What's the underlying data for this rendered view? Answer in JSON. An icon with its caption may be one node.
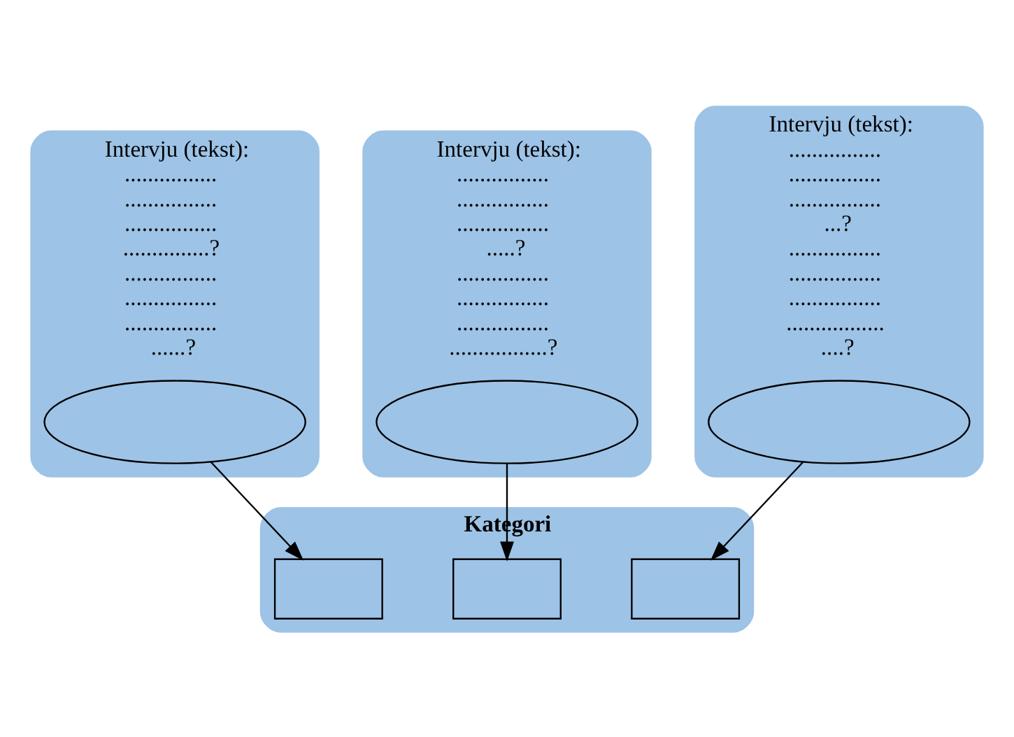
{
  "diagram": {
    "nodes": [
      {
        "text": [
          "Intervju (tekst):",
          "................",
          "................",
          "................",
          "...............?",
          "................",
          "................",
          "................",
          "......?"
        ]
      },
      {
        "text": [],
        "shape": "ellipse",
        "in": 0
      },
      {
        "text": [
          "Intervju (tekst):",
          "................",
          "................",
          "................",
          ".....?",
          "................",
          "................",
          "................",
          ".................?"
        ]
      },
      {
        "text": [],
        "shape": "ellipse",
        "in": 2
      },
      {
        "text": [
          "Intervju (tekst):",
          "................",
          "................",
          "................",
          "...?",
          "................",
          "................",
          "................",
          ".................",
          "....?"
        ]
      },
      {
        "text": [],
        "shape": "ellipse",
        "in": 4
      },
      {
        "text": [
          "Kategori"
        ]
      },
      {
        "text": [],
        "shape": "box",
        "in": 6
      },
      {
        "text": [],
        "shape": "box",
        "in": 6
      },
      {
        "text": [],
        "shape": "box",
        "in": 6
      }
    ],
    "edges": [
      {
        "from": 1,
        "to": 7,
        "arrow": "to"
      },
      {
        "from": 3,
        "to": 8,
        "arrow": "to"
      },
      {
        "from": 5,
        "to": 9,
        "arrow": "to"
      }
    ]
  }
}
